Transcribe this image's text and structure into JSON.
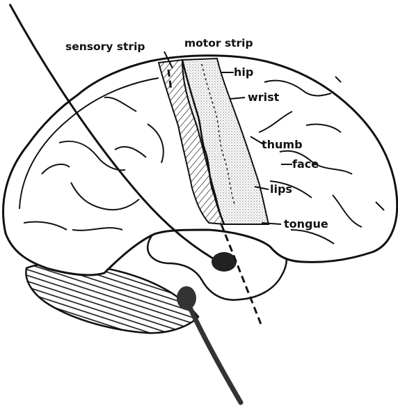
{
  "labels": {
    "sensory_strip": "sensory strip",
    "motor_strip": "motor strip",
    "hip": "hip",
    "wrist": "wrist",
    "thumb": "thumb",
    "face": "face",
    "lips": "lips",
    "tongue": "tongue"
  },
  "colors": {
    "ink": "#111111",
    "paper": "#ffffff",
    "stipple": "#7a7a7a"
  }
}
